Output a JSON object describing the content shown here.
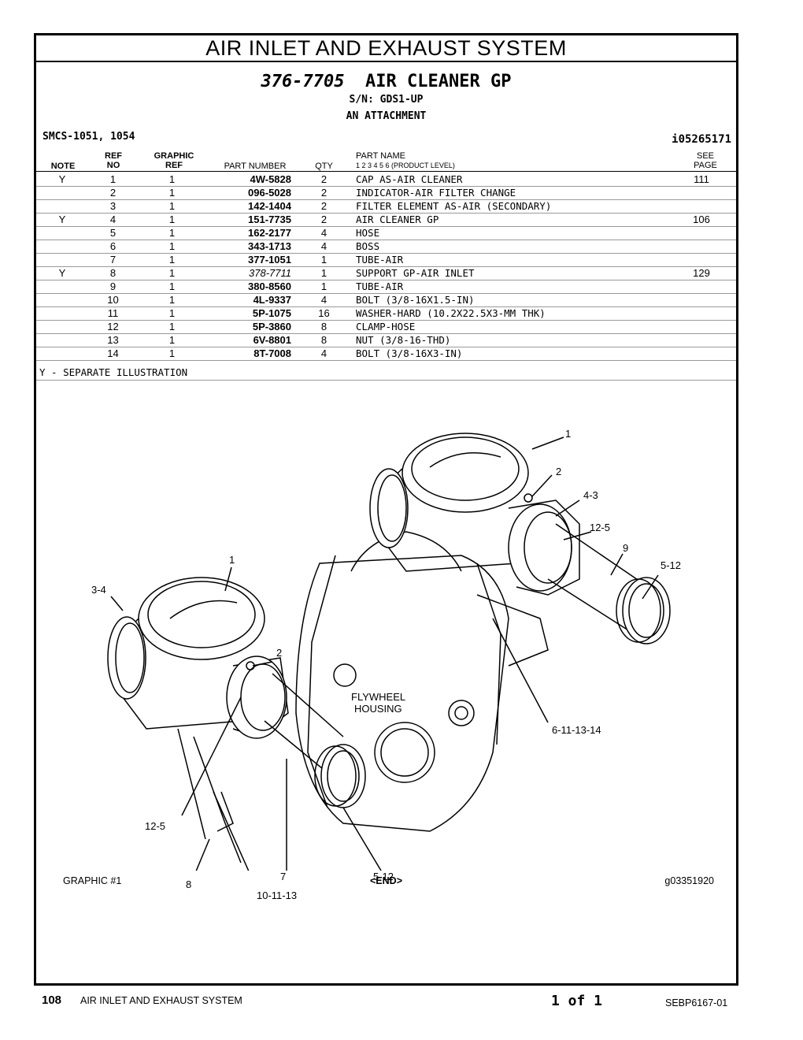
{
  "section_title": "AIR INLET AND EXHAUST SYSTEM",
  "group": {
    "part_number": "376-7705",
    "name": "AIR CLEANER GP",
    "serial": "S/N: GDS1-UP",
    "attachment": "AN ATTACHMENT"
  },
  "smcs": "SMCS-1051, 1054",
  "illustration_id": "i05265171",
  "headers": {
    "note": "NOTE",
    "ref_top": "REF",
    "ref_bottom": "NO",
    "graphic_top": "GRAPHIC",
    "graphic_bottom": "REF",
    "part_number": "PART NUMBER",
    "qty": "QTY",
    "part_name": "PART NAME",
    "levels": "1   2   3   4   5   6   (PRODUCT LEVEL)",
    "see_top": "SEE",
    "see_bottom": "PAGE"
  },
  "rows": [
    {
      "note": "Y",
      "ref": "1",
      "graphic": "1",
      "part": "4W-5828",
      "qty": "2",
      "name": "CAP AS-AIR CLEANER",
      "see": "111"
    },
    {
      "note": "",
      "ref": "2",
      "graphic": "1",
      "part": "096-5028",
      "qty": "2",
      "name": "INDICATOR-AIR FILTER CHANGE",
      "see": ""
    },
    {
      "note": "",
      "ref": "3",
      "graphic": "1",
      "part": "142-1404",
      "qty": "2",
      "name": "FILTER ELEMENT AS-AIR (SECONDARY)",
      "see": ""
    },
    {
      "note": "Y",
      "ref": "4",
      "graphic": "1",
      "part": "151-7735",
      "qty": "2",
      "name": "AIR CLEANER GP",
      "see": "106"
    },
    {
      "note": "",
      "ref": "5",
      "graphic": "1",
      "part": "162-2177",
      "qty": "4",
      "name": "HOSE",
      "see": ""
    },
    {
      "note": "",
      "ref": "6",
      "graphic": "1",
      "part": "343-1713",
      "qty": "4",
      "name": "BOSS",
      "see": ""
    },
    {
      "note": "",
      "ref": "7",
      "graphic": "1",
      "part": "377-1051",
      "qty": "1",
      "name": "TUBE-AIR",
      "see": ""
    },
    {
      "note": "Y",
      "ref": "8",
      "graphic": "1",
      "part": "378-7711",
      "qty": "1",
      "name": "SUPPORT GP-AIR INLET",
      "see": "129"
    },
    {
      "note": "",
      "ref": "9",
      "graphic": "1",
      "part": "380-8560",
      "qty": "1",
      "name": "TUBE-AIR",
      "see": ""
    },
    {
      "note": "",
      "ref": "10",
      "graphic": "1",
      "part": "4L-9337",
      "qty": "4",
      "name": "BOLT (3/8-16X1.5-IN)",
      "see": ""
    },
    {
      "note": "",
      "ref": "11",
      "graphic": "1",
      "part": "5P-1075",
      "qty": "16",
      "name": "WASHER-HARD (10.2X22.5X3-MM THK)",
      "see": ""
    },
    {
      "note": "",
      "ref": "12",
      "graphic": "1",
      "part": "5P-3860",
      "qty": "8",
      "name": "CLAMP-HOSE",
      "see": ""
    },
    {
      "note": "",
      "ref": "13",
      "graphic": "1",
      "part": "6V-8801",
      "qty": "8",
      "name": "NUT (3/8-16-THD)",
      "see": ""
    },
    {
      "note": "",
      "ref": "14",
      "graphic": "1",
      "part": "8T-7008",
      "qty": "4",
      "name": "BOLT (3/8-16X3-IN)",
      "see": ""
    }
  ],
  "separate_illustration": "Y - SEPARATE ILLUSTRATION",
  "callouts": {
    "c1a": "1",
    "c2a": "2",
    "c43": "4-3",
    "c125a": "12-5",
    "c9": "9",
    "c512a": "5-12",
    "c1b": "1",
    "c34": "3-4",
    "c2b": "2",
    "flywheel1": "FLYWHEEL",
    "flywheel2": "HOUSING",
    "c6111314": "6-11-13-14",
    "c125b": "12-5",
    "c8": "8",
    "c7": "7",
    "c101113": "10-11-13",
    "c512b": "5-12"
  },
  "graphic_label": "GRAPHIC #1",
  "end_label": "<END>",
  "graphic_id": "g03351920",
  "footer": {
    "page_number": "108",
    "title": "AIR INLET AND EXHAUST SYSTEM",
    "page_of": "1  of  1",
    "doc_id": "SEBP6167-01"
  }
}
